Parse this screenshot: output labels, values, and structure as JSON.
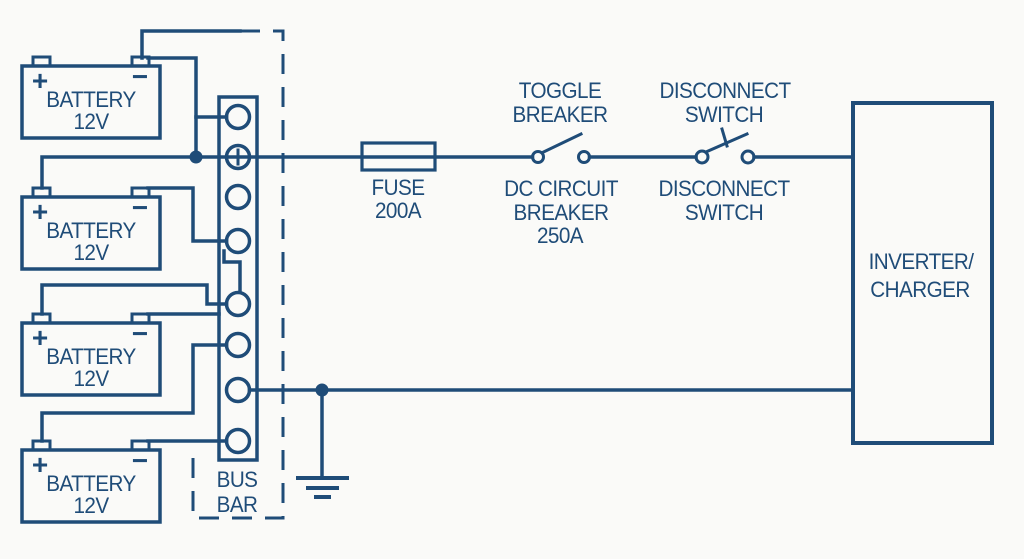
{
  "diagram": {
    "type": "electrical-wiring-diagram",
    "colors": {
      "line": "#1f4c78",
      "background": "#fafaf8"
    },
    "batteries": [
      {
        "plus": "+",
        "minus": "−",
        "name": "BATTERY",
        "voltage": "12V"
      },
      {
        "plus": "+",
        "minus": "−",
        "name": "BATTERY",
        "voltage": "12V"
      },
      {
        "plus": "+",
        "minus": "−",
        "name": "BATTERY",
        "voltage": "12V"
      },
      {
        "plus": "+",
        "minus": "−",
        "name": "BATTERY",
        "voltage": "12V"
      }
    ],
    "bus_bar": {
      "label_line1": "BUS",
      "label_line2": "BAR",
      "terminal_count": 8,
      "positive_terminal_marked": true
    },
    "fuse": {
      "name": "FUSE",
      "rating": "200A"
    },
    "toggle_breaker": {
      "label_line1": "TOGGLE",
      "label_line2": "BREAKER"
    },
    "dc_circuit_breaker": {
      "label_line1": "DC CIRCUIT",
      "label_line2": "BREAKER",
      "label_line3": "250A"
    },
    "disconnect_switch_top": {
      "label_line1": "DISCONNECT",
      "label_line2": "SWITCH"
    },
    "disconnect_switch_bottom": {
      "label_line1": "DISCONNECT",
      "label_line2": "SWITCH"
    },
    "inverter_charger": {
      "label_line1": "INVERTER/",
      "label_line2": "CHARGER"
    }
  }
}
